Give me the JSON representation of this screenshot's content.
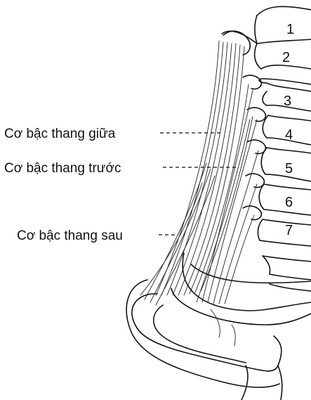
{
  "labels": {
    "middle_scalene": "Cơ bậc thang giữa",
    "anterior_scalene": "Cơ bậc thang trước",
    "posterior_scalene": "Cơ bậc thang sau"
  },
  "vertebra_numbers": [
    "1",
    "2",
    "3",
    "4",
    "5",
    "6",
    "7"
  ]
}
